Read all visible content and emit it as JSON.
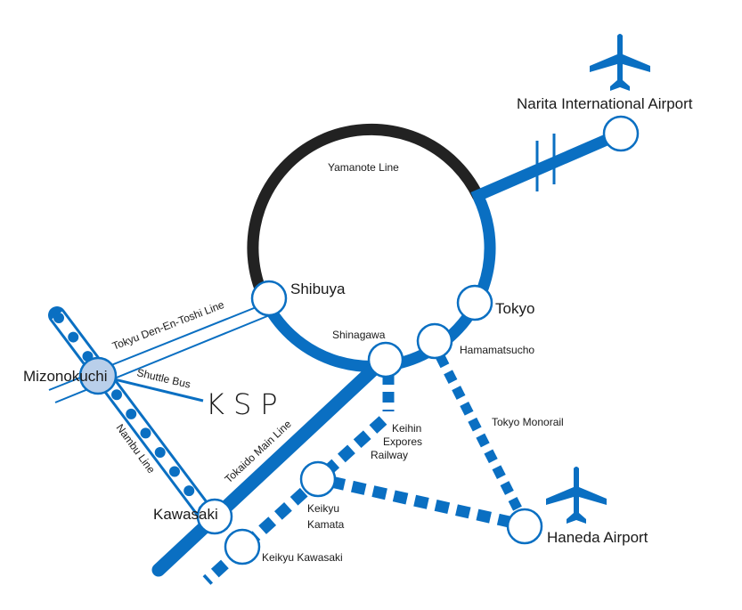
{
  "colors": {
    "line_blue": "#0a6fc2",
    "yamanote": "#222222",
    "station_fill": "#ffffff",
    "mizonokuchi_fill": "#b9cfea",
    "text": "#1a1a1a"
  },
  "icons": [
    "airplane-icon",
    "airplane-icon"
  ],
  "stations": {
    "narita": "Narita International Airport",
    "shibuya": "Shibuya",
    "tokyo": "Tokyo",
    "shinagawa": "Shinagawa",
    "hamamatsucho": "Hamamatsucho",
    "mizonokuchi": "Mizonokuchi",
    "kawasaki": "Kawasaki",
    "keikyu_kamata_1": "Keikyu",
    "keikyu_kamata_2": "Kamata",
    "keikyu_kawasaki": "Keikyu Kawasaki",
    "haneda": "Haneda Airport"
  },
  "lines": {
    "yamanote": "Yamanote Line",
    "den_en_toshi": "Tokyu Den-En-Toshi Line",
    "shuttle_bus": "Shuttle Bus",
    "nambu": "Nambu Line",
    "tokaido": "Tokaido Main Line",
    "keihin_1": "Keihin",
    "keihin_2": "Expores",
    "keihin_3": "Railway",
    "monorail": "Tokyo Monorail"
  },
  "destination": "KSP"
}
